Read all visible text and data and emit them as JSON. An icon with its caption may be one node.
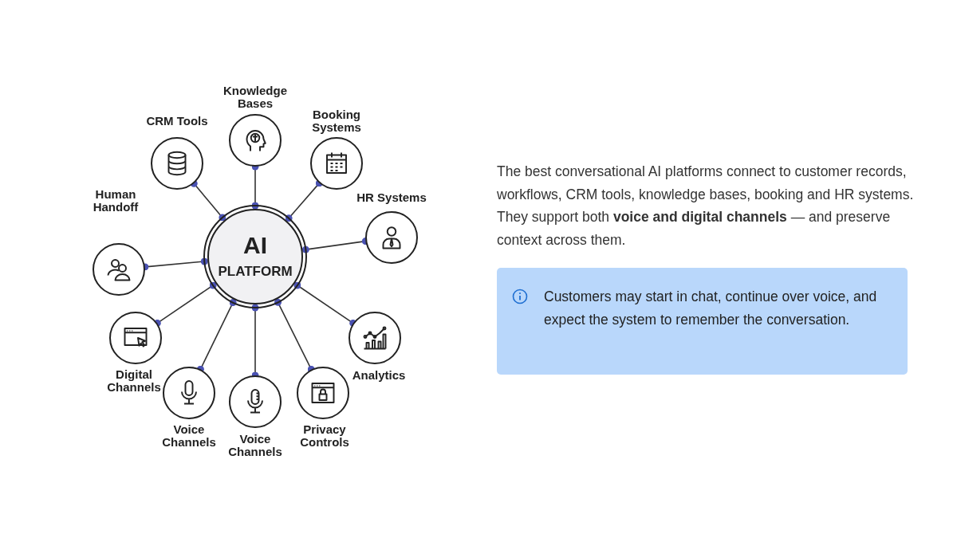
{
  "diagram": {
    "nodes": [
      {
        "text": [
          "AI",
          "PLATFORM"
        ]
      },
      {
        "text": [
          "CRM Tools"
        ]
      },
      {
        "text": [
          "Knowledge Bases"
        ]
      },
      {
        "text": [
          "Booking Systems"
        ]
      },
      {
        "text": [
          "HR Systems"
        ]
      },
      {
        "text": [
          "Human Handoff"
        ]
      },
      {
        "text": [
          "Digital Channels"
        ]
      },
      {
        "text": [
          "Voice Channels"
        ]
      },
      {
        "text": [
          "Voice Channels"
        ]
      },
      {
        "text": [
          "Privacy Controls"
        ]
      },
      {
        "text": [
          "Analytics"
        ]
      },
      {
        "text": [
          "Customers may start in chat, continue over voice, and expect the system to remember the conversation."
        ]
      }
    ],
    "edges": [
      {
        "from": 0,
        "to": 1,
        "arrow": "other"
      },
      {
        "from": 0,
        "to": 2,
        "arrow": "other"
      },
      {
        "from": 0,
        "to": 3,
        "arrow": "other"
      },
      {
        "from": 0,
        "to": 4,
        "arrow": "other"
      },
      {
        "from": 0,
        "to": 5,
        "arrow": "other"
      },
      {
        "from": 0,
        "to": 6,
        "arrow": "other"
      },
      {
        "from": 0,
        "to": 7,
        "arrow": "other"
      },
      {
        "from": 0,
        "to": 8,
        "arrow": "other"
      },
      {
        "from": 0,
        "to": 9,
        "arrow": "other"
      },
      {
        "from": 0,
        "to": 10,
        "arrow": "other"
      }
    ],
    "labels": [
      "The best conversational AI platforms connect to customer records, workflows, CRM tools, knowledge bases, booking and HR systems. They support both **voice and digital channels** — and preserve context across them."
    ]
  }
}
